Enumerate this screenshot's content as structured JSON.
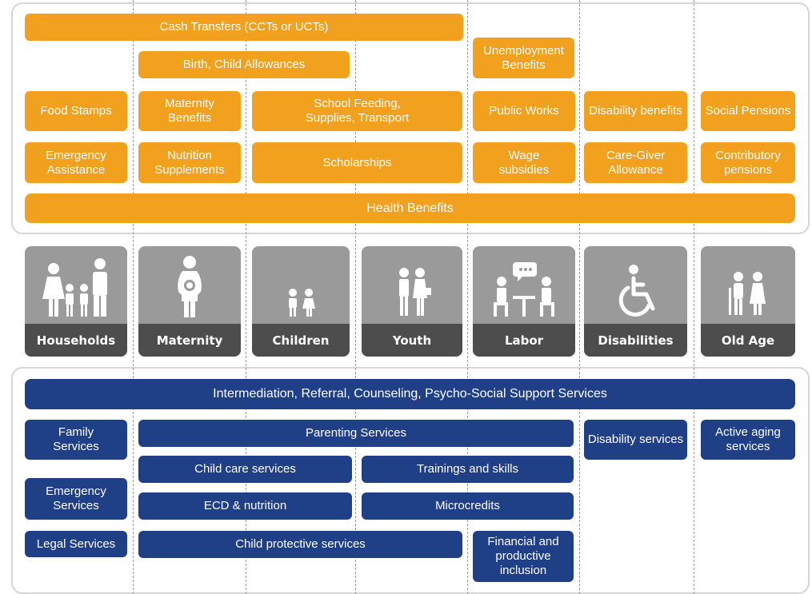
{
  "benefits": {
    "cash_transfers": "Cash Transfers (CCTs or UCTs)",
    "birth_child_allowances": "Birth, Child Allowances",
    "unemployment_benefits": "Unemployment Benefits",
    "food_stamps": "Food Stamps",
    "maternity_benefits": "Maternity Benefits",
    "school_feeding": "School Feeding, Supplies, Transport",
    "public_works": "Public Works",
    "disability_benefits": "Disability benefits",
    "social_pensions": "Social Pensions",
    "emergency_assistance": "Emergency Assistance",
    "nutrition_supplements": "Nutrition Supplements",
    "scholarships": "Scholarships",
    "wage_subsidies": "Wage subsidies",
    "care_giver_allowance": "Care-Giver Allowance",
    "contributory_pensions": "Contributory pensions",
    "health_benefits": "Health Benefits"
  },
  "groups": [
    {
      "label": "Households",
      "icon": "family-icon"
    },
    {
      "label": "Maternity",
      "icon": "pregnant-woman-icon"
    },
    {
      "label": "Children",
      "icon": "children-icon"
    },
    {
      "label": "Youth",
      "icon": "youth-icon"
    },
    {
      "label": "Labor",
      "icon": "meeting-icon"
    },
    {
      "label": "Disabilities",
      "icon": "wheelchair-icon"
    },
    {
      "label": "Old Age",
      "icon": "elderly-couple-icon"
    }
  ],
  "services": {
    "intermediation": "Intermediation, Referral, Counseling, Psycho-Social Support Services",
    "family_services": "Family Services",
    "parenting_services": "Parenting Services",
    "disability_services": "Disability services",
    "active_aging_services": "Active aging services",
    "child_care_services": "Child care services",
    "trainings_skills": "Trainings and skills",
    "emergency_services": "Emergency Services",
    "ecd_nutrition": "ECD & nutrition",
    "microcredits": "Microcredits",
    "legal_services": "Legal Services",
    "child_protective_services": "Child protective services",
    "financial_inclusion": "Financial and productive inclusion"
  },
  "colors": {
    "benefit": "#f2a11f",
    "service": "#1f3f86",
    "group_card": "#9a9a9a",
    "group_label": "#4d4d4d"
  }
}
